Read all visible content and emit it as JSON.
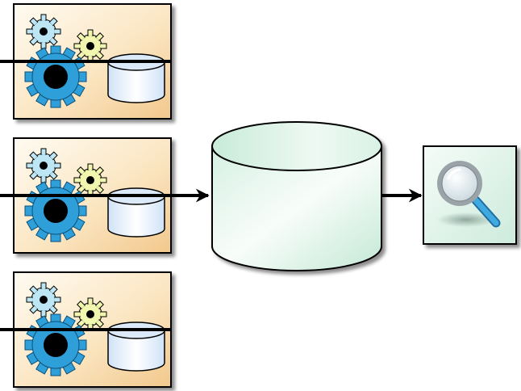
{
  "diagram": {
    "sources": [
      {
        "id": "source-1",
        "kind": "process-with-database"
      },
      {
        "id": "source-2",
        "kind": "process-with-database"
      },
      {
        "id": "source-3",
        "kind": "process-with-database"
      }
    ],
    "central_store": {
      "kind": "database"
    },
    "viewer": {
      "kind": "magnifier-search"
    },
    "connections": [
      {
        "from": "left-edge",
        "through": "source-1",
        "arrow": false
      },
      {
        "from": "left-edge",
        "through": "source-2",
        "to": "central_store",
        "arrow": true
      },
      {
        "from": "left-edge",
        "through": "source-3",
        "arrow": false
      },
      {
        "from": "central_store",
        "to": "viewer",
        "arrow": true
      }
    ],
    "colors": {
      "source_panel_light": "#fdf5e6",
      "source_panel_dark": "#f2c88c",
      "gear_large": "#2e9fd8",
      "gear_small_blue": "#bde6f5",
      "gear_small_yellow": "#f2f7b0",
      "store_light": "#f2fbf6",
      "store_dark": "#bfe6d3",
      "viewer_panel": "#dff4e9",
      "magnifier_handle": "#3fa9e0",
      "line": "#000000"
    }
  }
}
